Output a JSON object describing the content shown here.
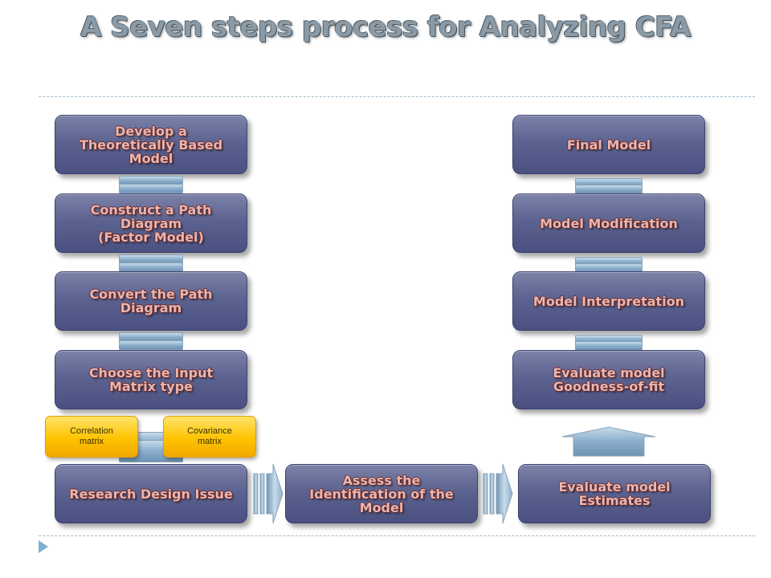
{
  "title": "A Seven steps process for Analyzing CFA",
  "left_column": {
    "develop": "Develop a\nTheoretically Based\nModel",
    "construct": "Construct a  Path\nDiagram\n(Factor Model)",
    "convert": "Convert the Path\nDiagram",
    "choose": "Choose the Input\nMatrix type"
  },
  "matrix_options": {
    "correlation": "Correlation\nmatrix",
    "covariance": "Covariance\nmatrix"
  },
  "bottom_row": {
    "research": "Research Design Issue",
    "assess": "Assess the\nIdentification of the\nModel",
    "estimates": "Evaluate model\nEstimates"
  },
  "right_column": {
    "final": "Final Model",
    "modification": "Model Modification",
    "interpretation": "Model Interpretation",
    "goodness": "Evaluate model\nGoodness-of-fit"
  },
  "colors": {
    "box": "#5c6390",
    "box_text": "#e7b6b1",
    "highlight": "#ffc300",
    "connector": "#8aaecb"
  }
}
